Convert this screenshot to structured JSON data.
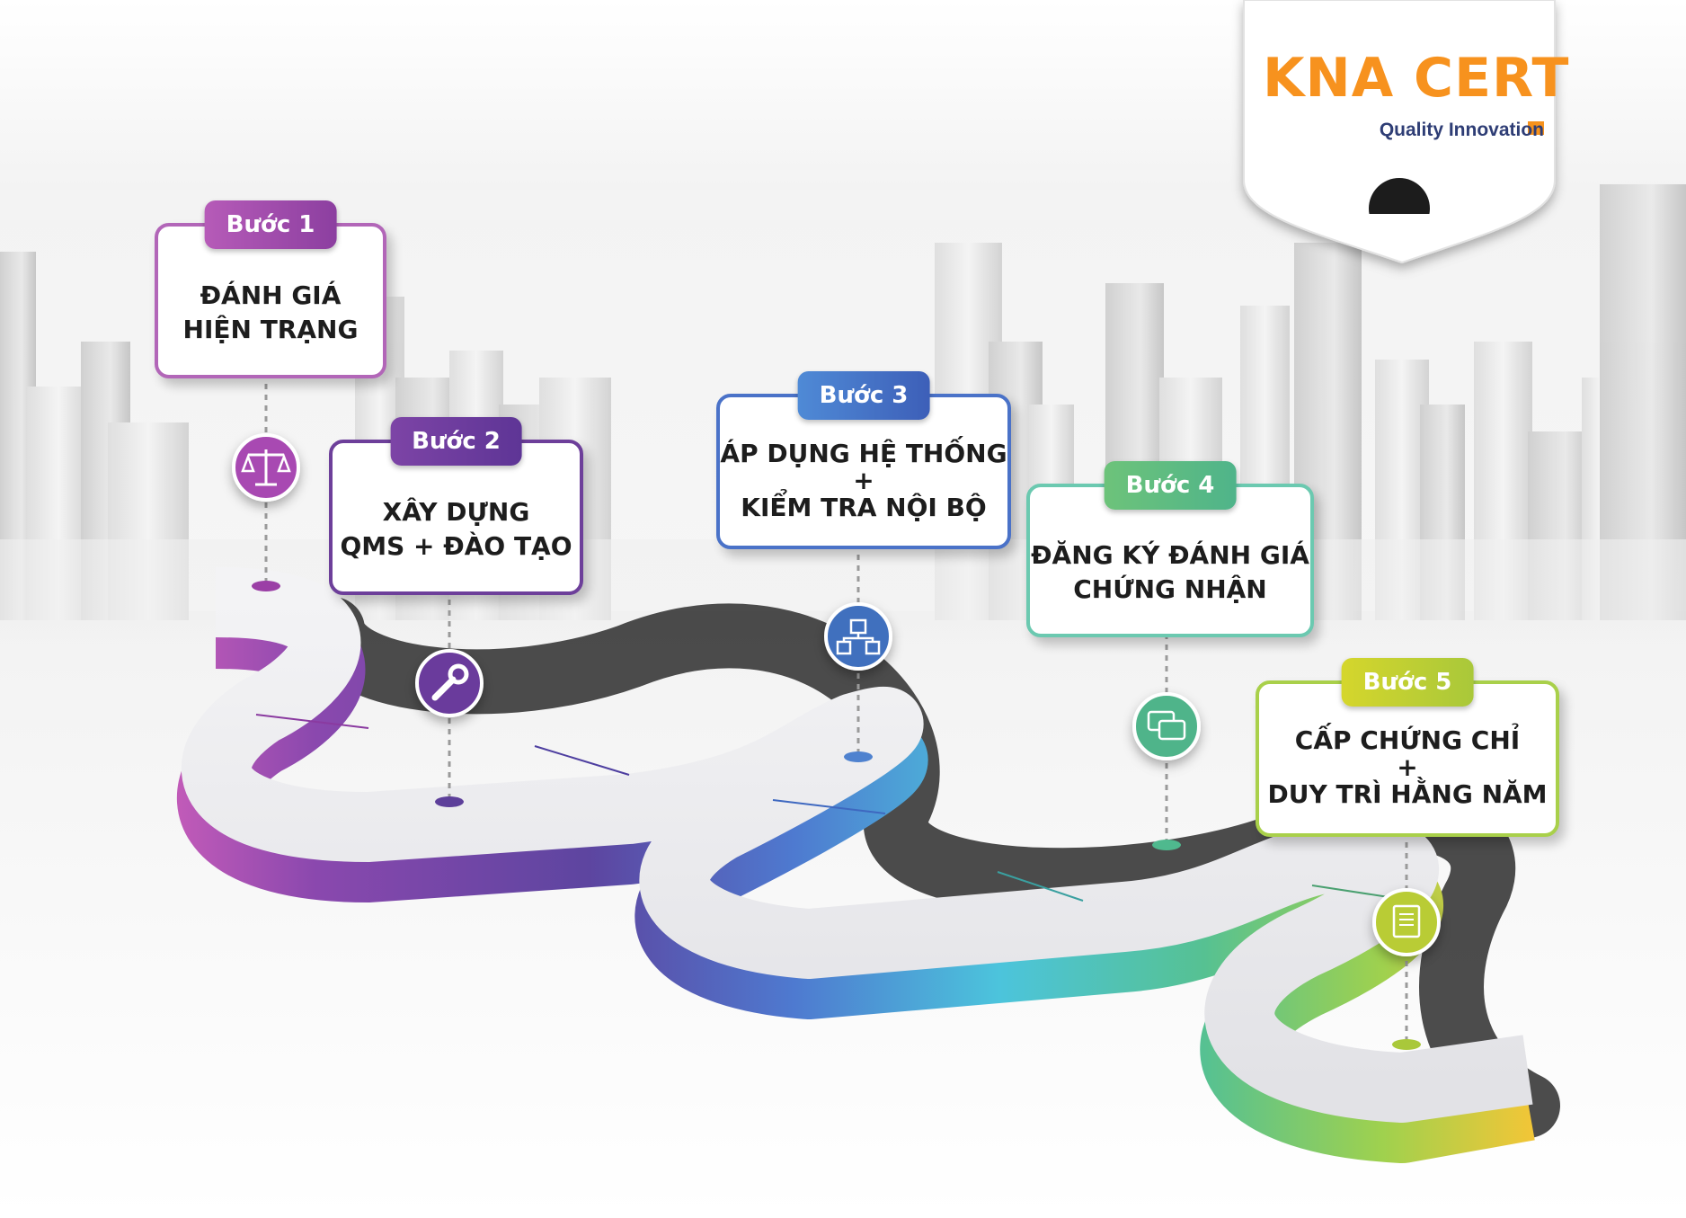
{
  "logo": {
    "brand": "KNA CERT",
    "tagline": "Quality Innovation",
    "brand_color": "#f7921e",
    "tagline_color": "#2e3d75"
  },
  "steps": [
    {
      "tag": "Bước 1",
      "lines": [
        "ĐÁNH GIÁ",
        "HIỆN TRẠNG"
      ],
      "icon": "scale-icon",
      "color": "#a24cae"
    },
    {
      "tag": "Bước 2",
      "lines": [
        "XÂY DỰNG",
        "QMS + ĐÀO TẠO"
      ],
      "icon": "wrench-icon",
      "color": "#6d3f9a"
    },
    {
      "tag": "Bước 3",
      "lines": [
        "ÁP DỤNG HỆ THỐNG",
        "+",
        "KIỂM TRA NỘI BỘ"
      ],
      "icon": "network-icon",
      "color": "#4e73c9"
    },
    {
      "tag": "Bước 4",
      "lines": [
        "ĐĂNG KÝ ĐÁNH GIÁ",
        "CHỨNG NHẬN"
      ],
      "icon": "chat-icon",
      "color": "#5ab87c"
    },
    {
      "tag": "Bước 5",
      "lines": [
        "CẤP CHỨNG CHỈ",
        "+",
        "DUY TRÌ HẰNG NĂM"
      ],
      "icon": "certificate-icon",
      "color": "#c5d12e"
    }
  ]
}
